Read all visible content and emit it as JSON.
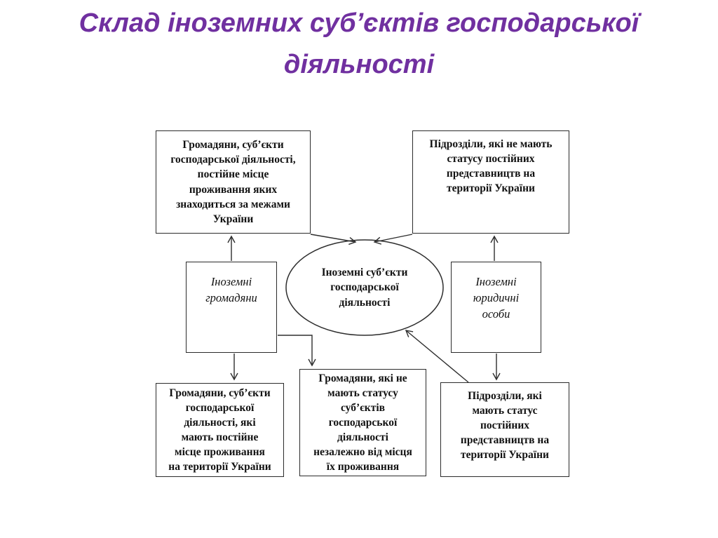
{
  "title": "Склад іноземних суб’єктів господарської\nдіяльності",
  "colors": {
    "title_text": "#7030A0",
    "diagram_lines": "#2e2e2e",
    "box_border": "#2b2b2b",
    "box_text": "#111111",
    "background": "#ffffff"
  },
  "diagram": {
    "ellipse": {
      "label": "Іноземні суб’єкти\nгосподарської\nдіяльності"
    },
    "nodes": {
      "top_left": {
        "label": "Громадяни, суб’єкти\nгосподарської діяльності,\nпостійне місце\nпроживання яких\nзнаходиться за межами\nУкраїни"
      },
      "top_right": {
        "label": "Підрозділи, які не мають\nстатусу постійних\nпредставництв на\nтериторії України"
      },
      "mid_left": {
        "label": "Іноземні\nгромадяни"
      },
      "mid_right": {
        "label": "Іноземні\nюридичні\nособи"
      },
      "bottom_left": {
        "label": "Громадяни, суб’єкти\nгосподарської\nдіяльності, які\nмають постійне\nмісце проживання\nна території України"
      },
      "bottom_center": {
        "label": "Громадяни, які не\nмають статусу\nсуб’єктів\nгосподарської\nдіяльності\nнезалежно від місця\nїх проживання"
      },
      "bottom_right": {
        "label": "Підрозділи, які\nмають статус\nпостійних\nпредставництв на\nтериторії України"
      }
    },
    "edges": [
      {
        "from": "mid_left",
        "to": "top_left"
      },
      {
        "from": "mid_left",
        "to": "bottom_left"
      },
      {
        "from": "mid_left",
        "to": "bottom_center"
      },
      {
        "from": "top_left",
        "to": "ellipse"
      },
      {
        "from": "top_right",
        "to": "ellipse"
      },
      {
        "from": "mid_right",
        "to": "top_right"
      },
      {
        "from": "mid_right",
        "to": "bottom_right"
      },
      {
        "from": "bottom_right",
        "to": "ellipse"
      }
    ]
  }
}
